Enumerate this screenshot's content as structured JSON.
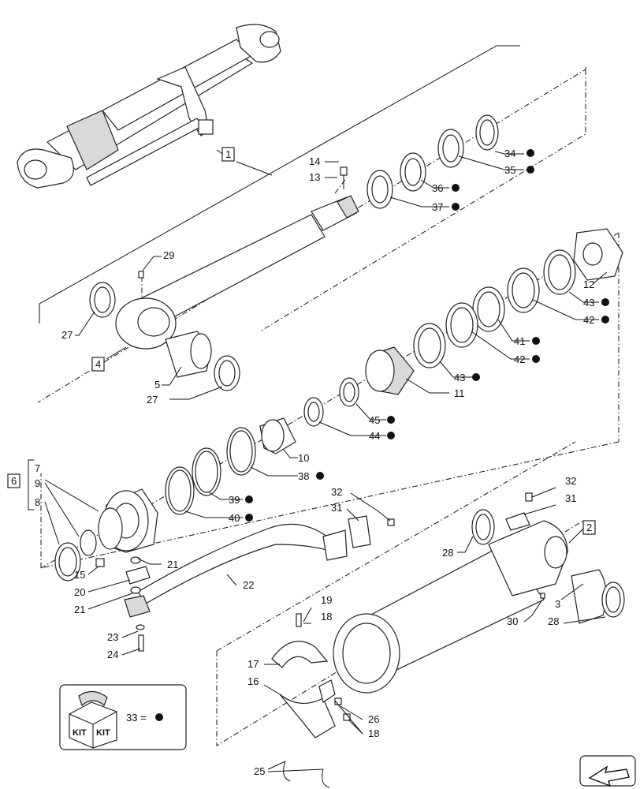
{
  "callouts": {
    "c1": "1",
    "c2": "2",
    "c3": "3",
    "c4": "4",
    "c5": "5",
    "c6": "6",
    "c7": "7",
    "c8": "8",
    "c9": "9",
    "c10": "10",
    "c11": "11",
    "c12": "12",
    "c13": "13",
    "c14": "14",
    "c15": "15",
    "c16": "16",
    "c17": "17",
    "c18a": "18",
    "c18b": "18",
    "c19": "19",
    "c20": "20",
    "c21a": "21",
    "c21b": "21",
    "c22": "22",
    "c23": "23",
    "c24": "24",
    "c25": "25",
    "c26": "26",
    "c27a": "27",
    "c27b": "27",
    "c28a": "28",
    "c28b": "28",
    "c29": "29",
    "c30": "30",
    "c31a": "31",
    "c31b": "31",
    "c32a": "32",
    "c32b": "32",
    "c34": "34",
    "c35": "35",
    "c36": "36",
    "c37": "37",
    "c38": "38",
    "c39": "39",
    "c40": "40",
    "c41": "41",
    "c42a": "42",
    "c42b": "42",
    "c43a": "43",
    "c43b": "43",
    "c44": "44",
    "c45": "45"
  },
  "kit": {
    "label_a": "KIT",
    "label_b": "KIT",
    "legend_text": "33 ="
  },
  "kit_marker_color": "#111111",
  "icons": {
    "kit_box": "kit-box-icon",
    "navigation": "navigation-arrow-icon"
  }
}
